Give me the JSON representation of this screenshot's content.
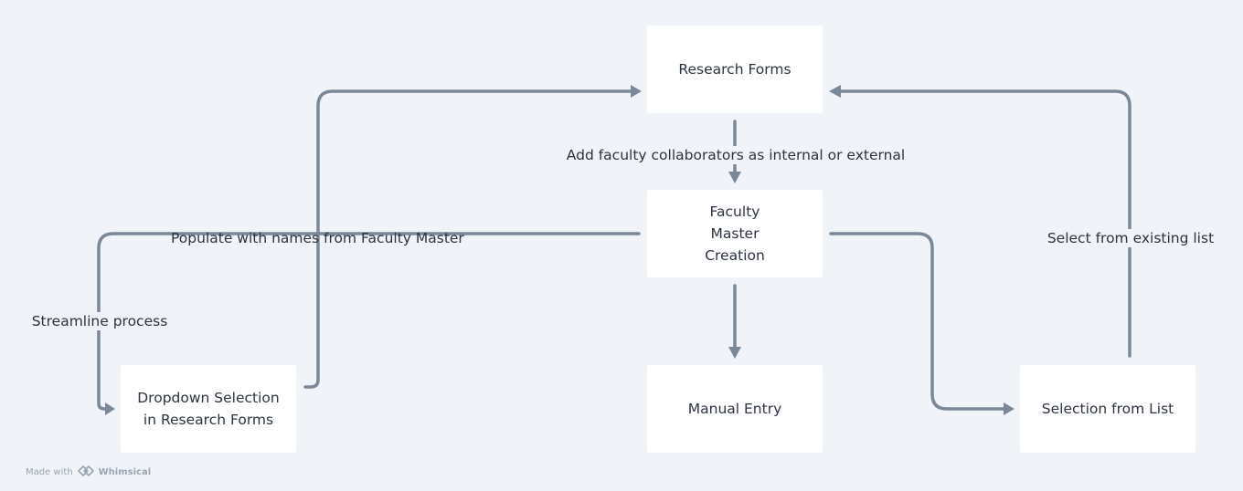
{
  "nodes": {
    "research_forms": "Research Forms",
    "faculty_master_creation": "Faculty Master Creation",
    "dropdown_selection": "Dropdown Selection in Research Forms",
    "manual_entry": "Manual Entry",
    "selection_from_list": "Selection from List"
  },
  "edges": {
    "add_collaborators": "Add faculty collaborators as internal or external",
    "populate_names": "Populate with names from Faculty Master",
    "streamline": "Streamline process",
    "select_existing": "Select from existing list"
  },
  "watermark": {
    "prefix": "Made with",
    "brand": "Whimsical",
    "icon": "whimsical-logo-icon"
  },
  "colors": {
    "background": "#f0f3f7",
    "node_fill": "#ffffff",
    "edge": "#7b8897",
    "text": "#2c3440"
  }
}
